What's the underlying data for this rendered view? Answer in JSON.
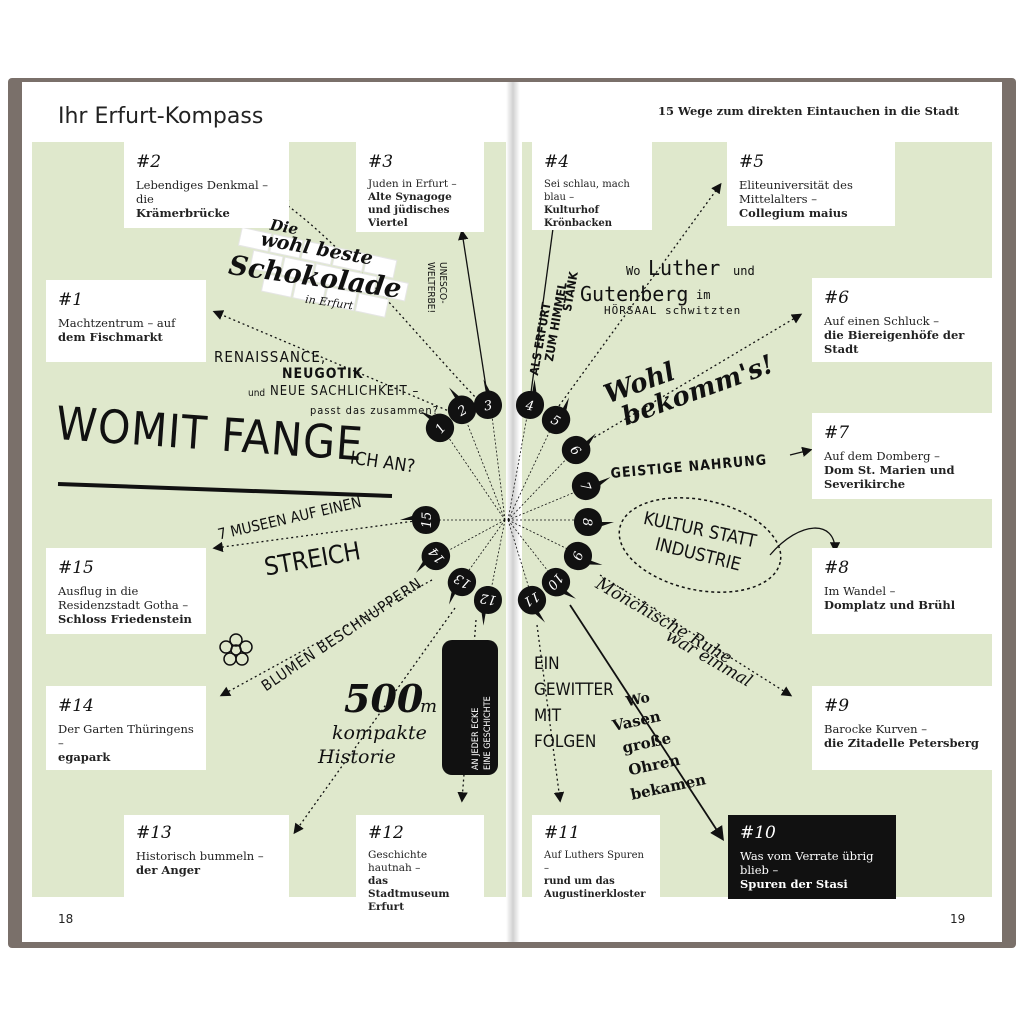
{
  "left_page": {
    "title": "Ihr Erfurt-Kompass",
    "page_number": "18"
  },
  "right_page": {
    "title": "15 Wege zum direkten Eintauchen in die Stadt",
    "page_number": "19"
  },
  "entries": {
    "e1": {
      "num": "#1",
      "line1": "Machtzentrum – auf",
      "line2": "dem Fischmarkt"
    },
    "e2": {
      "num": "#2",
      "line1": "Lebendiges Denkmal – die",
      "line2": "Krämerbrücke"
    },
    "e3": {
      "num": "#3",
      "line1": "Juden in Erfurt –",
      "line2": "Alte Synagoge und jüdisches Viertel"
    },
    "e4": {
      "num": "#4",
      "line1": "Sei schlau, mach blau –",
      "line2": "Kulturhof Krönbacken"
    },
    "e5": {
      "num": "#5",
      "line1": "Eliteuniversität des Mittelalters –",
      "line2": "Collegium maius"
    },
    "e6": {
      "num": "#6",
      "line1": "Auf einen Schluck –",
      "line2": "die Biereigenhöfe der Stadt"
    },
    "e7": {
      "num": "#7",
      "line1": "Auf dem Domberg –",
      "line2": "Dom St. Marien und Severikirche"
    },
    "e8": {
      "num": "#8",
      "line1": "Im Wandel –",
      "line2": "Domplatz und Brühl"
    },
    "e9": {
      "num": "#9",
      "line1": "Barocke Kurven –",
      "line2": "die Zitadelle Petersberg"
    },
    "e10": {
      "num": "#10",
      "line1": "Was vom Verrate übrig blieb –",
      "line2": "Spuren der Stasi"
    },
    "e11": {
      "num": "#11",
      "line1": "Auf Luthers Spuren –",
      "line2": "rund um das Augustinerkloster"
    },
    "e12": {
      "num": "#12",
      "line1": "Geschichte hautnah –",
      "line2": "das Stadtmuseum Erfurt"
    },
    "e13": {
      "num": "#13",
      "line1": "Historisch bummeln –",
      "line2": "der Anger"
    },
    "e14": {
      "num": "#14",
      "line1": "Der Garten Thüringens –",
      "line2": "egapark"
    },
    "e15": {
      "num": "#15",
      "line1": "Ausflug in die Residenzstadt Gotha –",
      "line2": "Schloss Friedenstein"
    }
  },
  "compass_numbers": [
    "1",
    "2",
    "3",
    "4",
    "5",
    "6",
    "7",
    "8",
    "9",
    "10",
    "11",
    "12",
    "13",
    "14",
    "15"
  ],
  "phrases": {
    "main_question": "WOMIT FANGE",
    "main_question_end": "ICH AN?",
    "chocolate_1": "Die",
    "chocolate_2": "wohl beste",
    "chocolate_3": "Schokolade",
    "chocolate_4": "in Erfurt",
    "unesco_1": "UNESCO-",
    "unesco_2": "WELTERBE!",
    "styles_1": "RENAISSANCE,",
    "styles_2": "NEUGOTIK",
    "styles_3": "und",
    "styles_4": "NEUE SACHLICHKEIT –",
    "styles_5": "passt das zusammen?",
    "museums_1": "7 MUSEEN AUF EINEN",
    "museums_2": "STREICH",
    "flowers": "BLUMEN BESCHNUPPERN",
    "history_1": "500",
    "history_unit": "m",
    "history_2": "kompakte",
    "history_3": "Historie",
    "corner_1": "AN JEDER ECKE",
    "corner_2": "EINE GESCHICHTE",
    "stank_1": "ALS ERFURT",
    "stank_2": "ZUM HIMMEL",
    "stank_3": "STANK",
    "luther_1": "Wo",
    "luther_2": "Luther",
    "luther_3": "und",
    "luther_4": "Gutenberg",
    "luther_5": "im",
    "luther_6": "HÖRSAAL schwitzten",
    "cheers_1": "Wohl",
    "cheers_2": "bekomm's!",
    "spirit": "GEISTIGE NAHRUNG",
    "culture_1": "KULTUR STATT",
    "culture_2": "INDUSTRIE",
    "monk_1": "Mönchische Ruhe",
    "monk_2": "war einmal",
    "storm_1": "EIN",
    "storm_2": "GEWITTER",
    "storm_3": "MIT",
    "storm_4": "FOLGEN",
    "ears_1": "Wo",
    "ears_2": "Vasen",
    "ears_3": "große",
    "ears_4": "Ohren",
    "ears_5": "bekamen"
  },
  "colors": {
    "band_green": "#dfe8cc",
    "ink": "#111111",
    "book_edge": "#7a706a"
  }
}
